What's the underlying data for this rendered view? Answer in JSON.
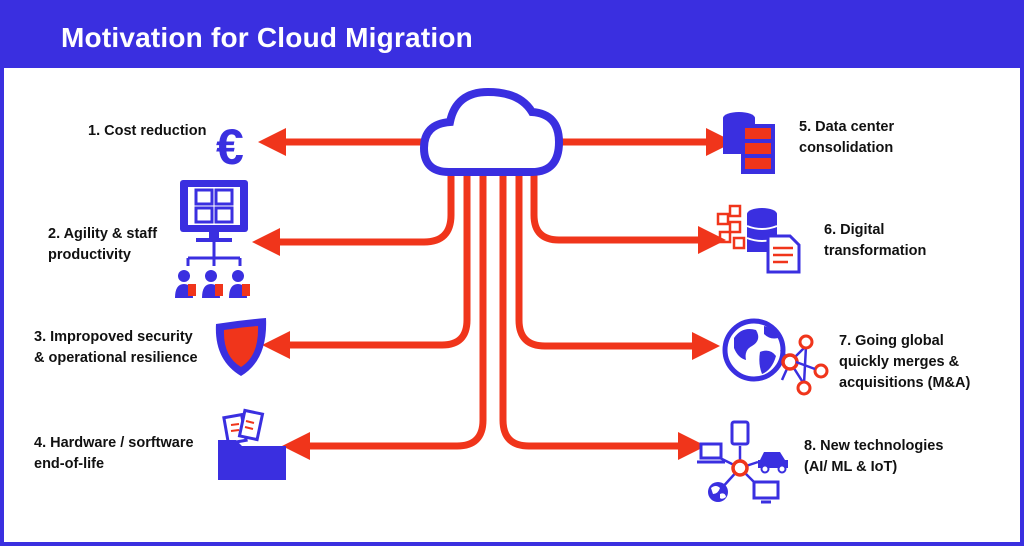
{
  "title": "Motivation for Cloud Migration",
  "colors": {
    "brand_blue": "#3a2fe0",
    "accent_red": "#f0351b",
    "text": "#111111"
  },
  "items": [
    {
      "label": "1. Cost reduction",
      "icon": "euro-icon"
    },
    {
      "label": "2. Agility & staff\nproductivity",
      "icon": "monitor-team-icon"
    },
    {
      "label": "3. Impropoved security\n& operational resilience",
      "icon": "shield-icon"
    },
    {
      "label": "4. Hardware / sorftware\nend-of-life",
      "icon": "folder-icon"
    },
    {
      "label": "5. Data center\nconsolidation",
      "icon": "server-icon"
    },
    {
      "label": "6. Digital\ntransformation",
      "icon": "database-document-icon"
    },
    {
      "label": "7. Going global\nquickly merges &\nacquisitions (M&A)",
      "icon": "globe-network-icon"
    },
    {
      "label": "8. New technologies\n(AI/ ML & IoT)",
      "icon": "iot-devices-icon"
    }
  ],
  "center_icon": "cloud-icon",
  "euro_symbol": "€"
}
